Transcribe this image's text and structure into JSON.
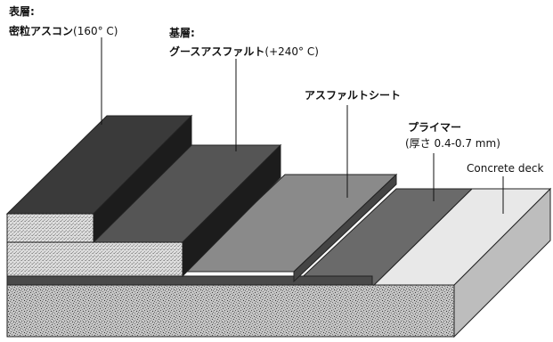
{
  "labels": {
    "surface_layer": {
      "heading": "表層:",
      "material": "密粒アスコン",
      "temperature": "(160° C)"
    },
    "base_layer": {
      "heading": "基層:",
      "material": "グースアスファルト",
      "temperature": "(+240° C)"
    },
    "asphalt_sheet": "アスファルトシート",
    "primer": {
      "name": "プライマー",
      "thickness": "(厚さ 0.4-0.7 mm)"
    },
    "concrete_deck": "Concrete deck"
  },
  "colors": {
    "surface_dark": "#3a3a3a",
    "surface_side": "#1c1c1c",
    "base_top": "#555555",
    "sheet_top": "#8a8a8a",
    "primer_top": "#6a6a6a",
    "concrete_top": "#e8e8e8",
    "concrete_side": "#bdbdbd",
    "aggregate": "#b8b8b8"
  }
}
